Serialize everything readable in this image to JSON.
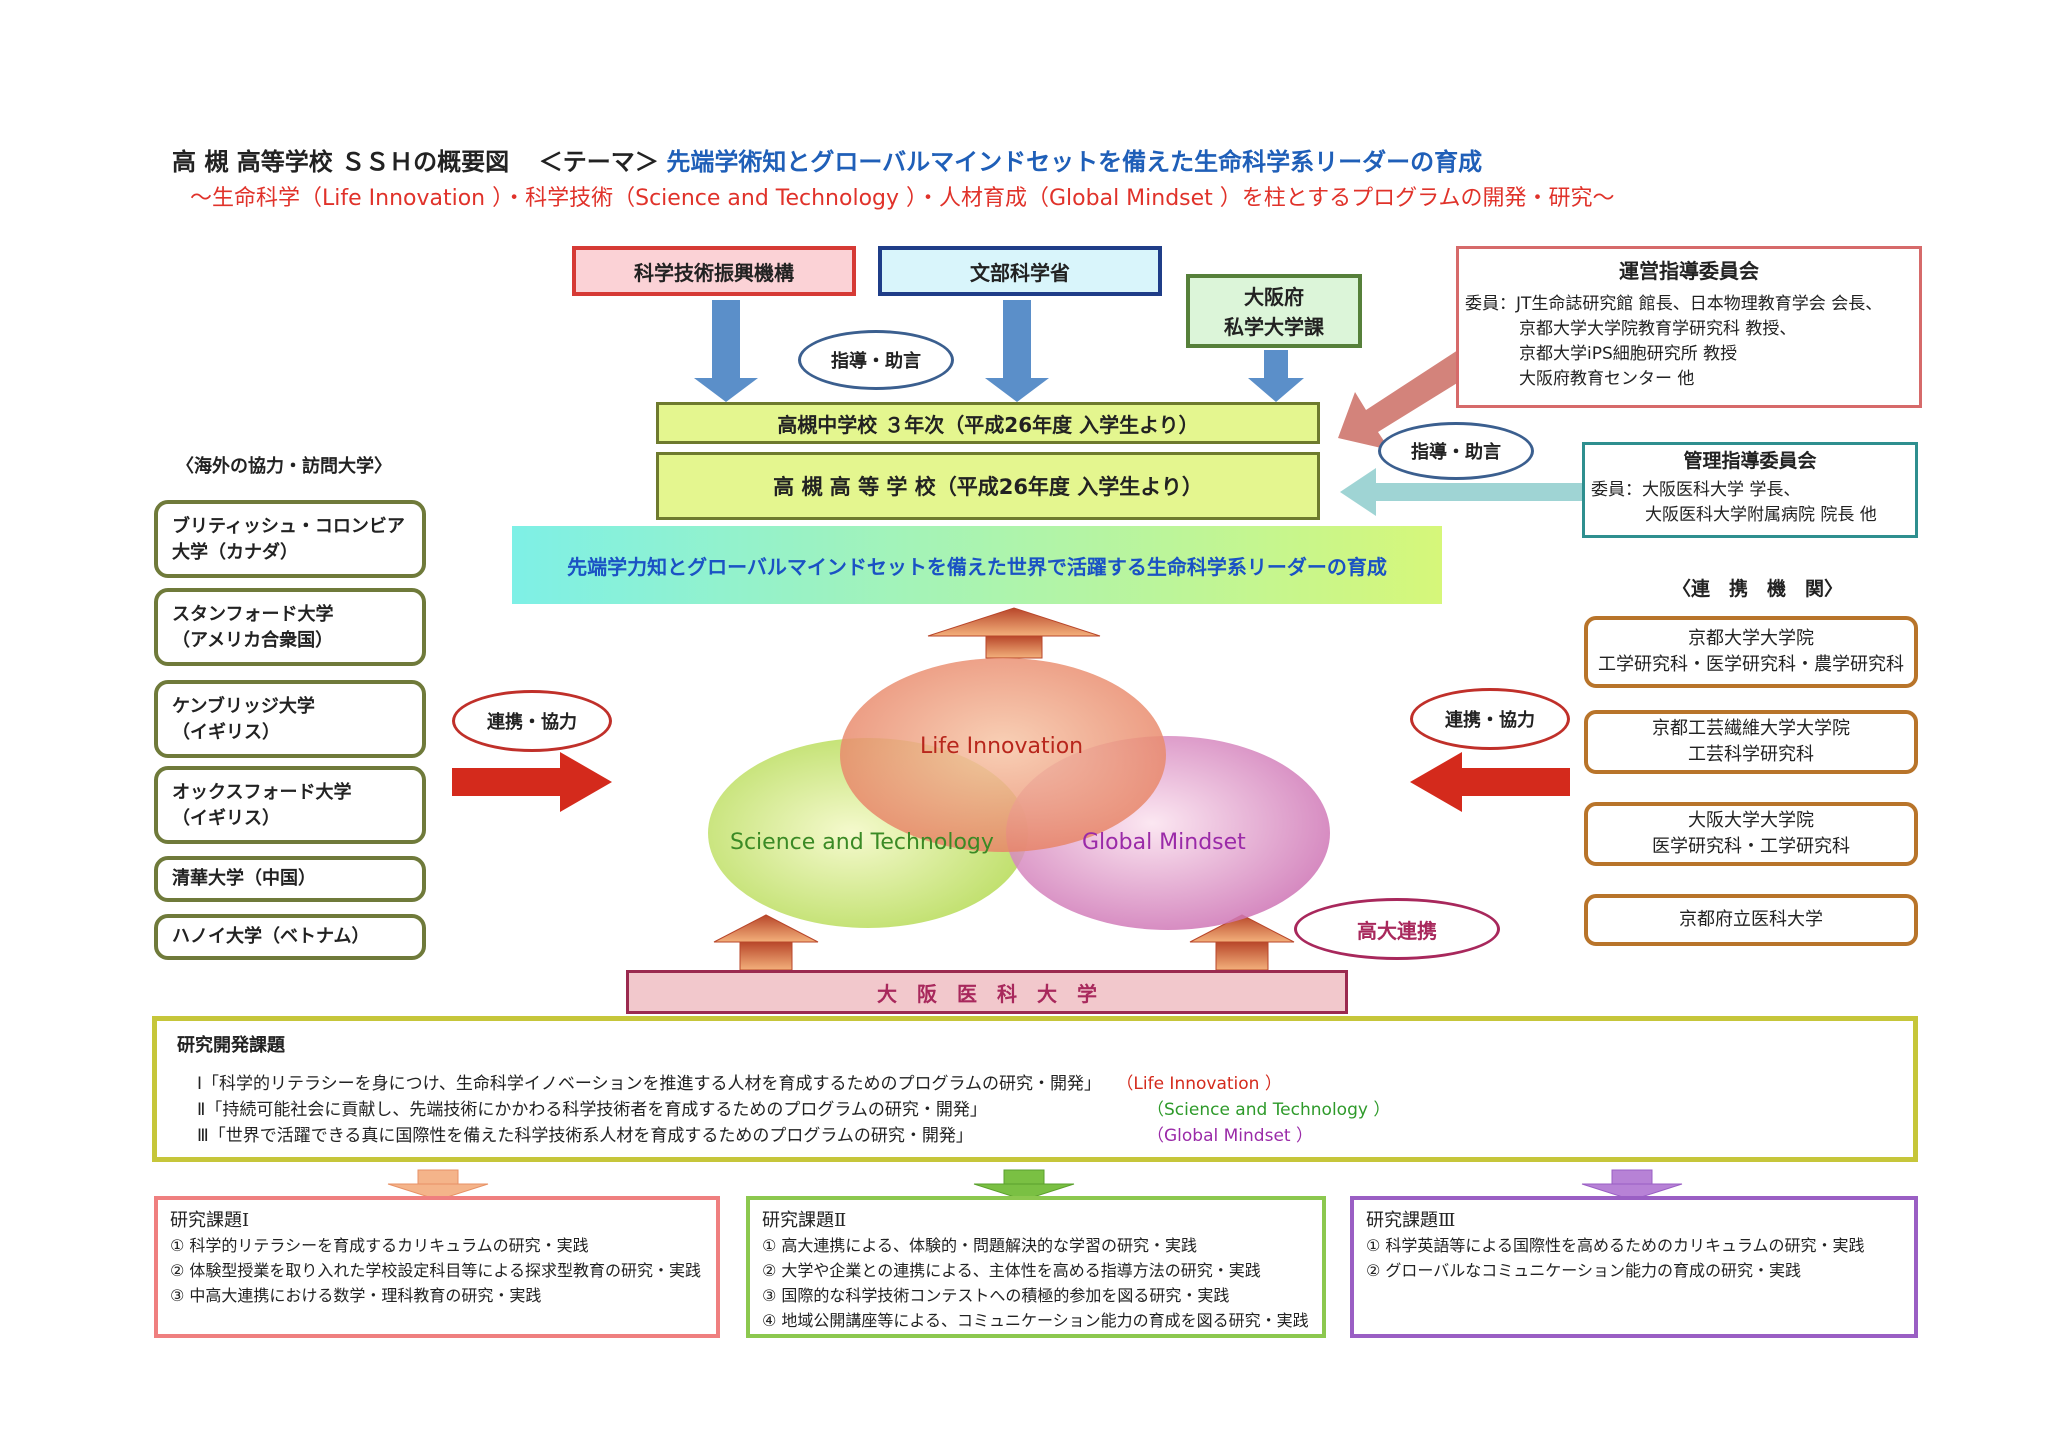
{
  "header": {
    "title_school": "高 槻 高等学校 ＳＳＨの概要図",
    "title_theme_label": "＜テーマ＞",
    "title_theme": "先端学術知とグローバルマインドセットを備えた生命科学系リーダーの育成",
    "subtitle": "～生命科学（Life Innovation ）・科学技術（Science and Technology ）・人材育成（Global Mindset ）を柱とするプログラムの開発・研究～"
  },
  "top_orgs": {
    "jst": "科学技術振興機構",
    "mext": "文部科学省",
    "osaka_pref_line1": "大阪府",
    "osaka_pref_line2": "私学大学課",
    "guidance_oval": "指導・助言"
  },
  "steering_committee": {
    "title": "運営指導委員会",
    "members": [
      "委員：JT生命誌研究館 館長、日本物理教育学会 会長、",
      "京都大学大学院教育学研究科 教授、",
      "京都大学iPS細胞研究所 教授",
      "大阪府教育センター 他"
    ]
  },
  "management_committee": {
    "title": "管理指導委員会",
    "members": [
      "委員：大阪医科大学 学長、",
      "大阪医科大学附属病院 院長 他"
    ],
    "guidance_oval": "指導・助言"
  },
  "school": {
    "junior": "高槻中学校 ３年次（平成26年度 入学生より）",
    "senior": "高 槻 高 等 学 校（平成26年度 入学生より）",
    "goal": "先端学力知とグローバルマインドセットを備えた世界で活躍する生命科学系リーダーの育成"
  },
  "overseas": {
    "heading": "〈海外の協力・訪問大学〉",
    "universities": [
      [
        "ブリティッシュ・コロンビア",
        "大学（カナダ）"
      ],
      [
        "スタンフォード大学",
        "（アメリカ合衆国）"
      ],
      [
        "ケンブリッジ大学",
        "（イギリス）"
      ],
      [
        "オックスフォード大学",
        "（イギリス）"
      ],
      [
        "清華大学（中国）"
      ],
      [
        "ハノイ大学（ベトナム）"
      ]
    ],
    "cooperation_oval": "連携・協力"
  },
  "partners": {
    "heading": "〈連　携　機　関〉",
    "institutions": [
      [
        "京都大学大学院",
        "工学研究科・医学研究科・農学研究科"
      ],
      [
        "京都工芸繊維大学大学院",
        "工芸科学研究科"
      ],
      [
        "大阪大学大学院",
        "医学研究科・工学研究科"
      ],
      [
        "京都府立医科大学"
      ]
    ],
    "cooperation_oval": "連携・協力"
  },
  "venn": {
    "life": "Life Innovation",
    "science": "Science and Technology",
    "global": "Global Mindset"
  },
  "medical": {
    "oval": "高大連携",
    "university": "大　阪　医　科　大　学"
  },
  "research": {
    "heading": "研究開発課題",
    "items": [
      {
        "text": "Ⅰ「科学的リテラシーを身につけ、生命科学イノベーションを推進する人材を育成するためのプログラムの研究・開発」",
        "tag": "（Life Innovation ）"
      },
      {
        "text": "Ⅱ「持続可能社会に貢献し、先端技術にかかわる科学技術者を育成するためのプログラムの研究・開発」",
        "tag": "（Science and Technology ）"
      },
      {
        "text": "Ⅲ「世界で活躍できる真に国際性を備えた科学技術系人材を育成するためのプログラムの研究・開発」",
        "tag": "（Global Mindset ）"
      }
    ]
  },
  "tasks": [
    {
      "title": "研究課題Ⅰ",
      "items": [
        "① 科学的リテラシーを育成するカリキュラムの研究・実践",
        "② 体験型授業を取り入れた学校設定科目等による探求型教育の研究・実践",
        "③ 中高大連携における数学・理科教育の研究・実践"
      ]
    },
    {
      "title": "研究課題Ⅱ",
      "items": [
        "① 高大連携による、体験的・問題解決的な学習の研究・実践",
        "② 大学や企業との連携による、主体性を高める指導方法の研究・実践",
        "③ 国際的な科学技術コンテストへの積極的参加を図る研究・実践",
        "④ 地域公開講座等による、コミュニケーション能力の育成を図る研究・実践"
      ]
    },
    {
      "title": "研究課題Ⅲ",
      "items": [
        "① 科学英語等による国際性を高めるためのカリキュラムの研究・実践",
        "② グローバルなコミュニケーション能力の育成の研究・実践"
      ]
    }
  ],
  "colors": {
    "theme_blue": "#1f5fb8",
    "subtitle_red": "#e0322a",
    "life": "#e07a5c",
    "science": "#b9dc5a",
    "global": "#cf6fb4",
    "arrow_red": "#d42a1c",
    "arrow_blue": "#5b8fc9"
  }
}
